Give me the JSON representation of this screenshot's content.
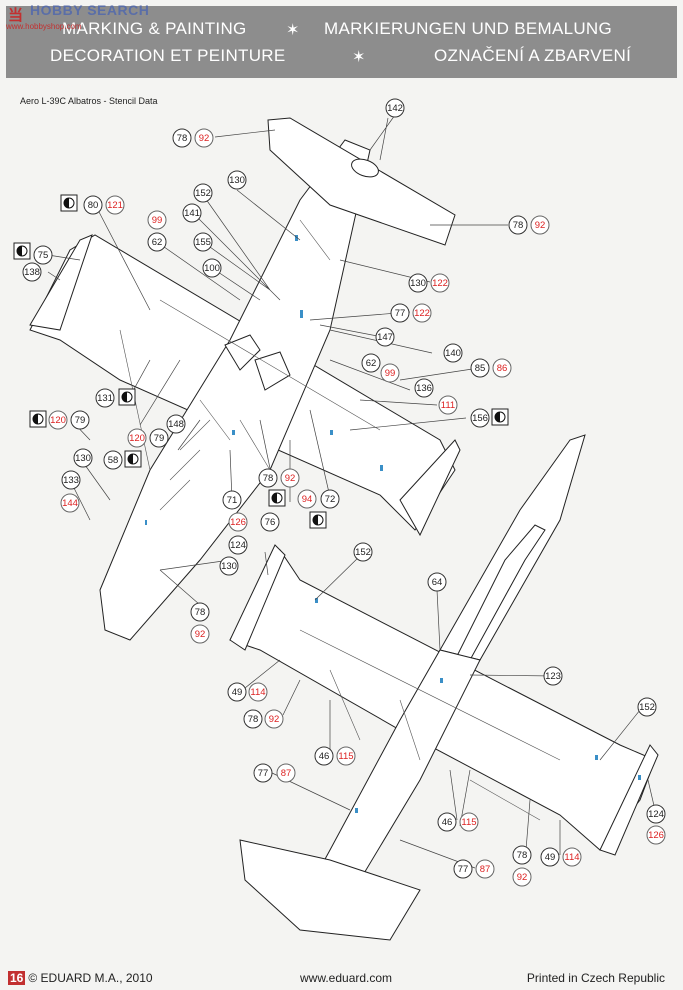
{
  "watermark": {
    "cn": "当",
    "brand": "HOBBY SEARCH",
    "url": "www.hobbyshop.com"
  },
  "header": {
    "title_en": "MARKING & PAINTING",
    "title_de": "MARKIERUNGEN UND BEMALUNG",
    "title_fr": "DECORATION ET PEINTURE",
    "title_cz": "OZNAČENÍ A ZBARVENÍ"
  },
  "subtitle": "Aero L-39C Albatros  - Stencil Data",
  "callouts": {
    "c142": "142",
    "c78a": "78",
    "c92a": "92",
    "c130a": "130",
    "c80": "80",
    "c121": "121",
    "c152a": "152",
    "c99a": "99",
    "c141": "141",
    "c62a": "62",
    "c155": "155",
    "c75": "75",
    "c138": "138",
    "c100": "100",
    "c78b": "78",
    "c92b": "92",
    "c130b": "130",
    "c122a": "122",
    "c77a": "77",
    "c122b": "122",
    "c147": "147",
    "c140": "140",
    "c62b": "62",
    "c99b": "99",
    "c85": "85",
    "c86": "86",
    "c136": "136",
    "c131": "131",
    "c111": "111",
    "c120a": "120",
    "c79a": "79",
    "c156": "156",
    "c120b": "120",
    "c79b": "79",
    "c148": "148",
    "c130c": "130",
    "c58": "58",
    "c133": "133",
    "c78c": "78",
    "c92c": "92",
    "c144": "144",
    "c71": "71",
    "c94": "94",
    "c72": "72",
    "c126a": "126",
    "c76": "76",
    "c124a": "124",
    "c130d": "130",
    "c152b": "152",
    "c64": "64",
    "c78d": "78",
    "c92d": "92",
    "c123": "123",
    "c49a": "49",
    "c114a": "114",
    "c78e": "78",
    "c92e": "92",
    "c152c": "152",
    "c46a": "46",
    "c115a": "115",
    "c77b": "77",
    "c87a": "87",
    "c46b": "46",
    "c115b": "115",
    "c124b": "124",
    "c126b": "126",
    "c78f": "78",
    "c49b": "49",
    "c114b": "114",
    "c92f": "92",
    "c77c": "77",
    "c87b": "87"
  },
  "footer": {
    "page_number": "16",
    "copyright": "© EDUARD M.A., 2010",
    "website": "www.eduard.com",
    "printed": "Printed in Czech Republic"
  },
  "colors": {
    "header_bg": "#8d8d8d",
    "red_callout": "#dd2222",
    "stencil_blue": "#3a8fc7"
  }
}
